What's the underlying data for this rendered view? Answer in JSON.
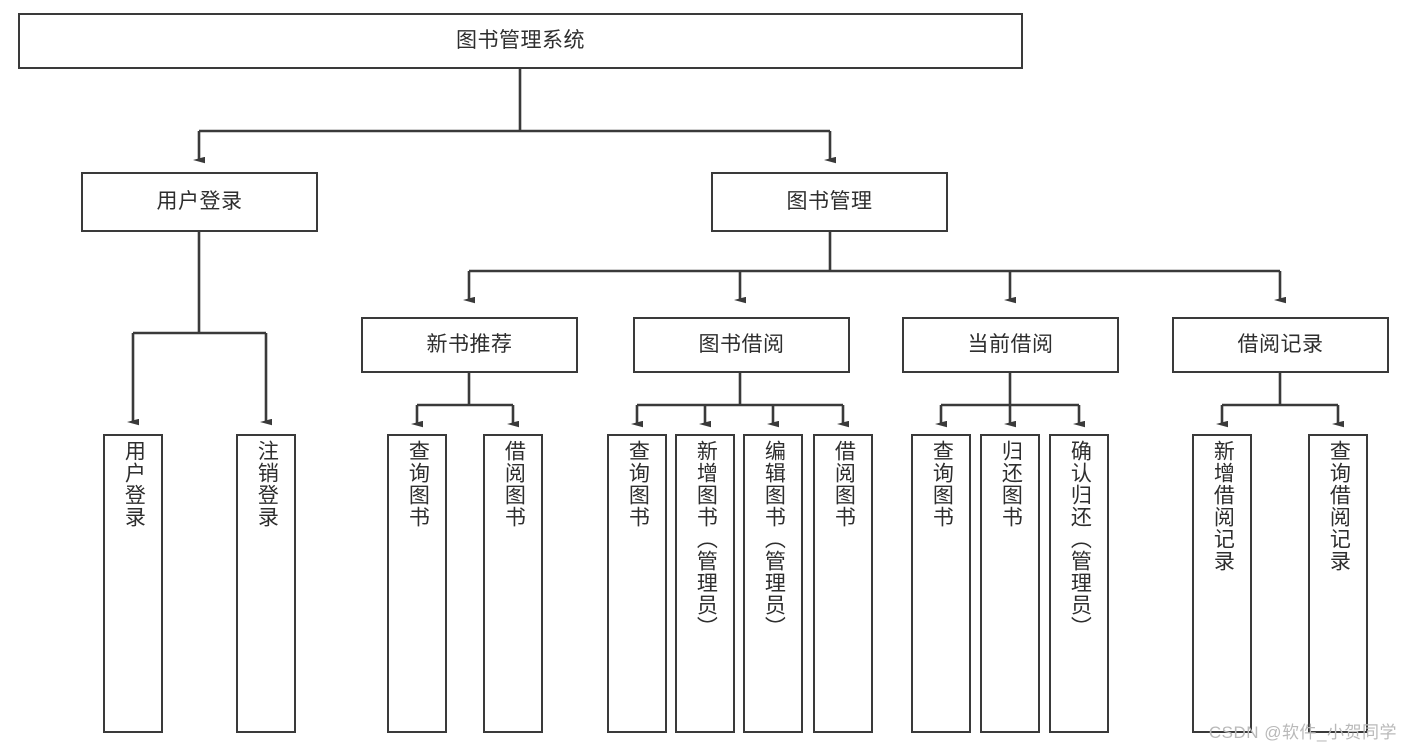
{
  "diagram": {
    "title": "图书管理系统",
    "type": "tree",
    "orientation": "top-down",
    "colors": {
      "background": "#ffffff",
      "box_border": "#3a3a3a",
      "box_fill": "#ffffff",
      "text": "#2e2e2e",
      "connector": "#3a3a3a",
      "watermark": "#b9b9b9"
    },
    "root": {
      "label": "图书管理系统"
    },
    "level1": [
      {
        "id": "user-login",
        "label": "用户登录"
      },
      {
        "id": "book-management",
        "label": "图书管理"
      }
    ],
    "level2": [
      {
        "id": "new-book-recommend",
        "label": "新书推荐",
        "parent": "book-management"
      },
      {
        "id": "book-borrow",
        "label": "图书借阅",
        "parent": "book-management"
      },
      {
        "id": "current-borrow",
        "label": "当前借阅",
        "parent": "book-management"
      },
      {
        "id": "borrow-record",
        "label": "借阅记录",
        "parent": "book-management"
      }
    ],
    "leaves": [
      {
        "id": "leaf-user-login",
        "label": "用户登录",
        "parent": "user-login"
      },
      {
        "id": "leaf-logout-login",
        "label": "注销登录",
        "parent": "user-login"
      },
      {
        "id": "leaf-query-book-1",
        "label": "查询图书",
        "parent": "new-book-recommend"
      },
      {
        "id": "leaf-borrow-book-1",
        "label": "借阅图书",
        "parent": "new-book-recommend"
      },
      {
        "id": "leaf-query-book-2",
        "label": "查询图书",
        "parent": "book-borrow"
      },
      {
        "id": "leaf-add-book",
        "label": "新增图书（管理员）",
        "parent": "book-borrow"
      },
      {
        "id": "leaf-edit-book",
        "label": "编辑图书（管理员）",
        "parent": "book-borrow"
      },
      {
        "id": "leaf-borrow-book-2",
        "label": "借阅图书",
        "parent": "book-borrow"
      },
      {
        "id": "leaf-query-book-3",
        "label": "查询图书",
        "parent": "current-borrow"
      },
      {
        "id": "leaf-return-book",
        "label": "归还图书",
        "parent": "current-borrow"
      },
      {
        "id": "leaf-confirm-return",
        "label": "确认归还（管理员）",
        "parent": "current-borrow"
      },
      {
        "id": "leaf-add-record",
        "label": "新增借阅记录",
        "parent": "borrow-record"
      },
      {
        "id": "leaf-query-record",
        "label": "查询借阅记录",
        "parent": "borrow-record"
      }
    ]
  },
  "watermark": {
    "text": "CSDN @软件_小贺同学"
  }
}
